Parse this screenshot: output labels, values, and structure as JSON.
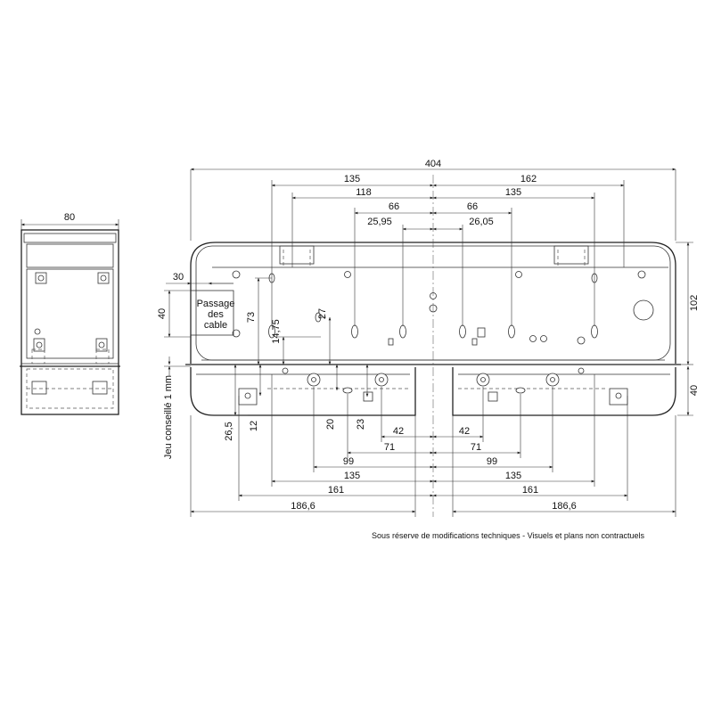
{
  "dims": {
    "w404": "404",
    "w135_top": "135",
    "w162": "162",
    "w118": "118",
    "w135_mid": "135",
    "w66_l": "66",
    "w66_r": "66",
    "w2595": "25,95",
    "w2605": "26,05",
    "w30": "30",
    "h40_l": "40",
    "h73": "73",
    "h1475": "14,75",
    "h27": "27",
    "h102": "102",
    "h40_r": "40",
    "h265": "26,5",
    "h12": "12",
    "h20": "20",
    "h23": "23",
    "b42_l": "42",
    "b42_r": "42",
    "b71_l": "71",
    "b71_r": "71",
    "b99_l": "99",
    "b99_r": "99",
    "b135_l": "135",
    "b135_r": "135",
    "b161_l": "161",
    "b161_r": "161",
    "b1866_l": "186,6",
    "b1866_r": "186,6",
    "side_w80": "80"
  },
  "labels": {
    "passage_line1": "Passage",
    "passage_line2": "des",
    "passage_line3": "cable",
    "jeu": "Jeu conseillé 1 mm"
  },
  "footer_note": "Sous réserve de modifications techniques - Visuels et plans non contractuels"
}
